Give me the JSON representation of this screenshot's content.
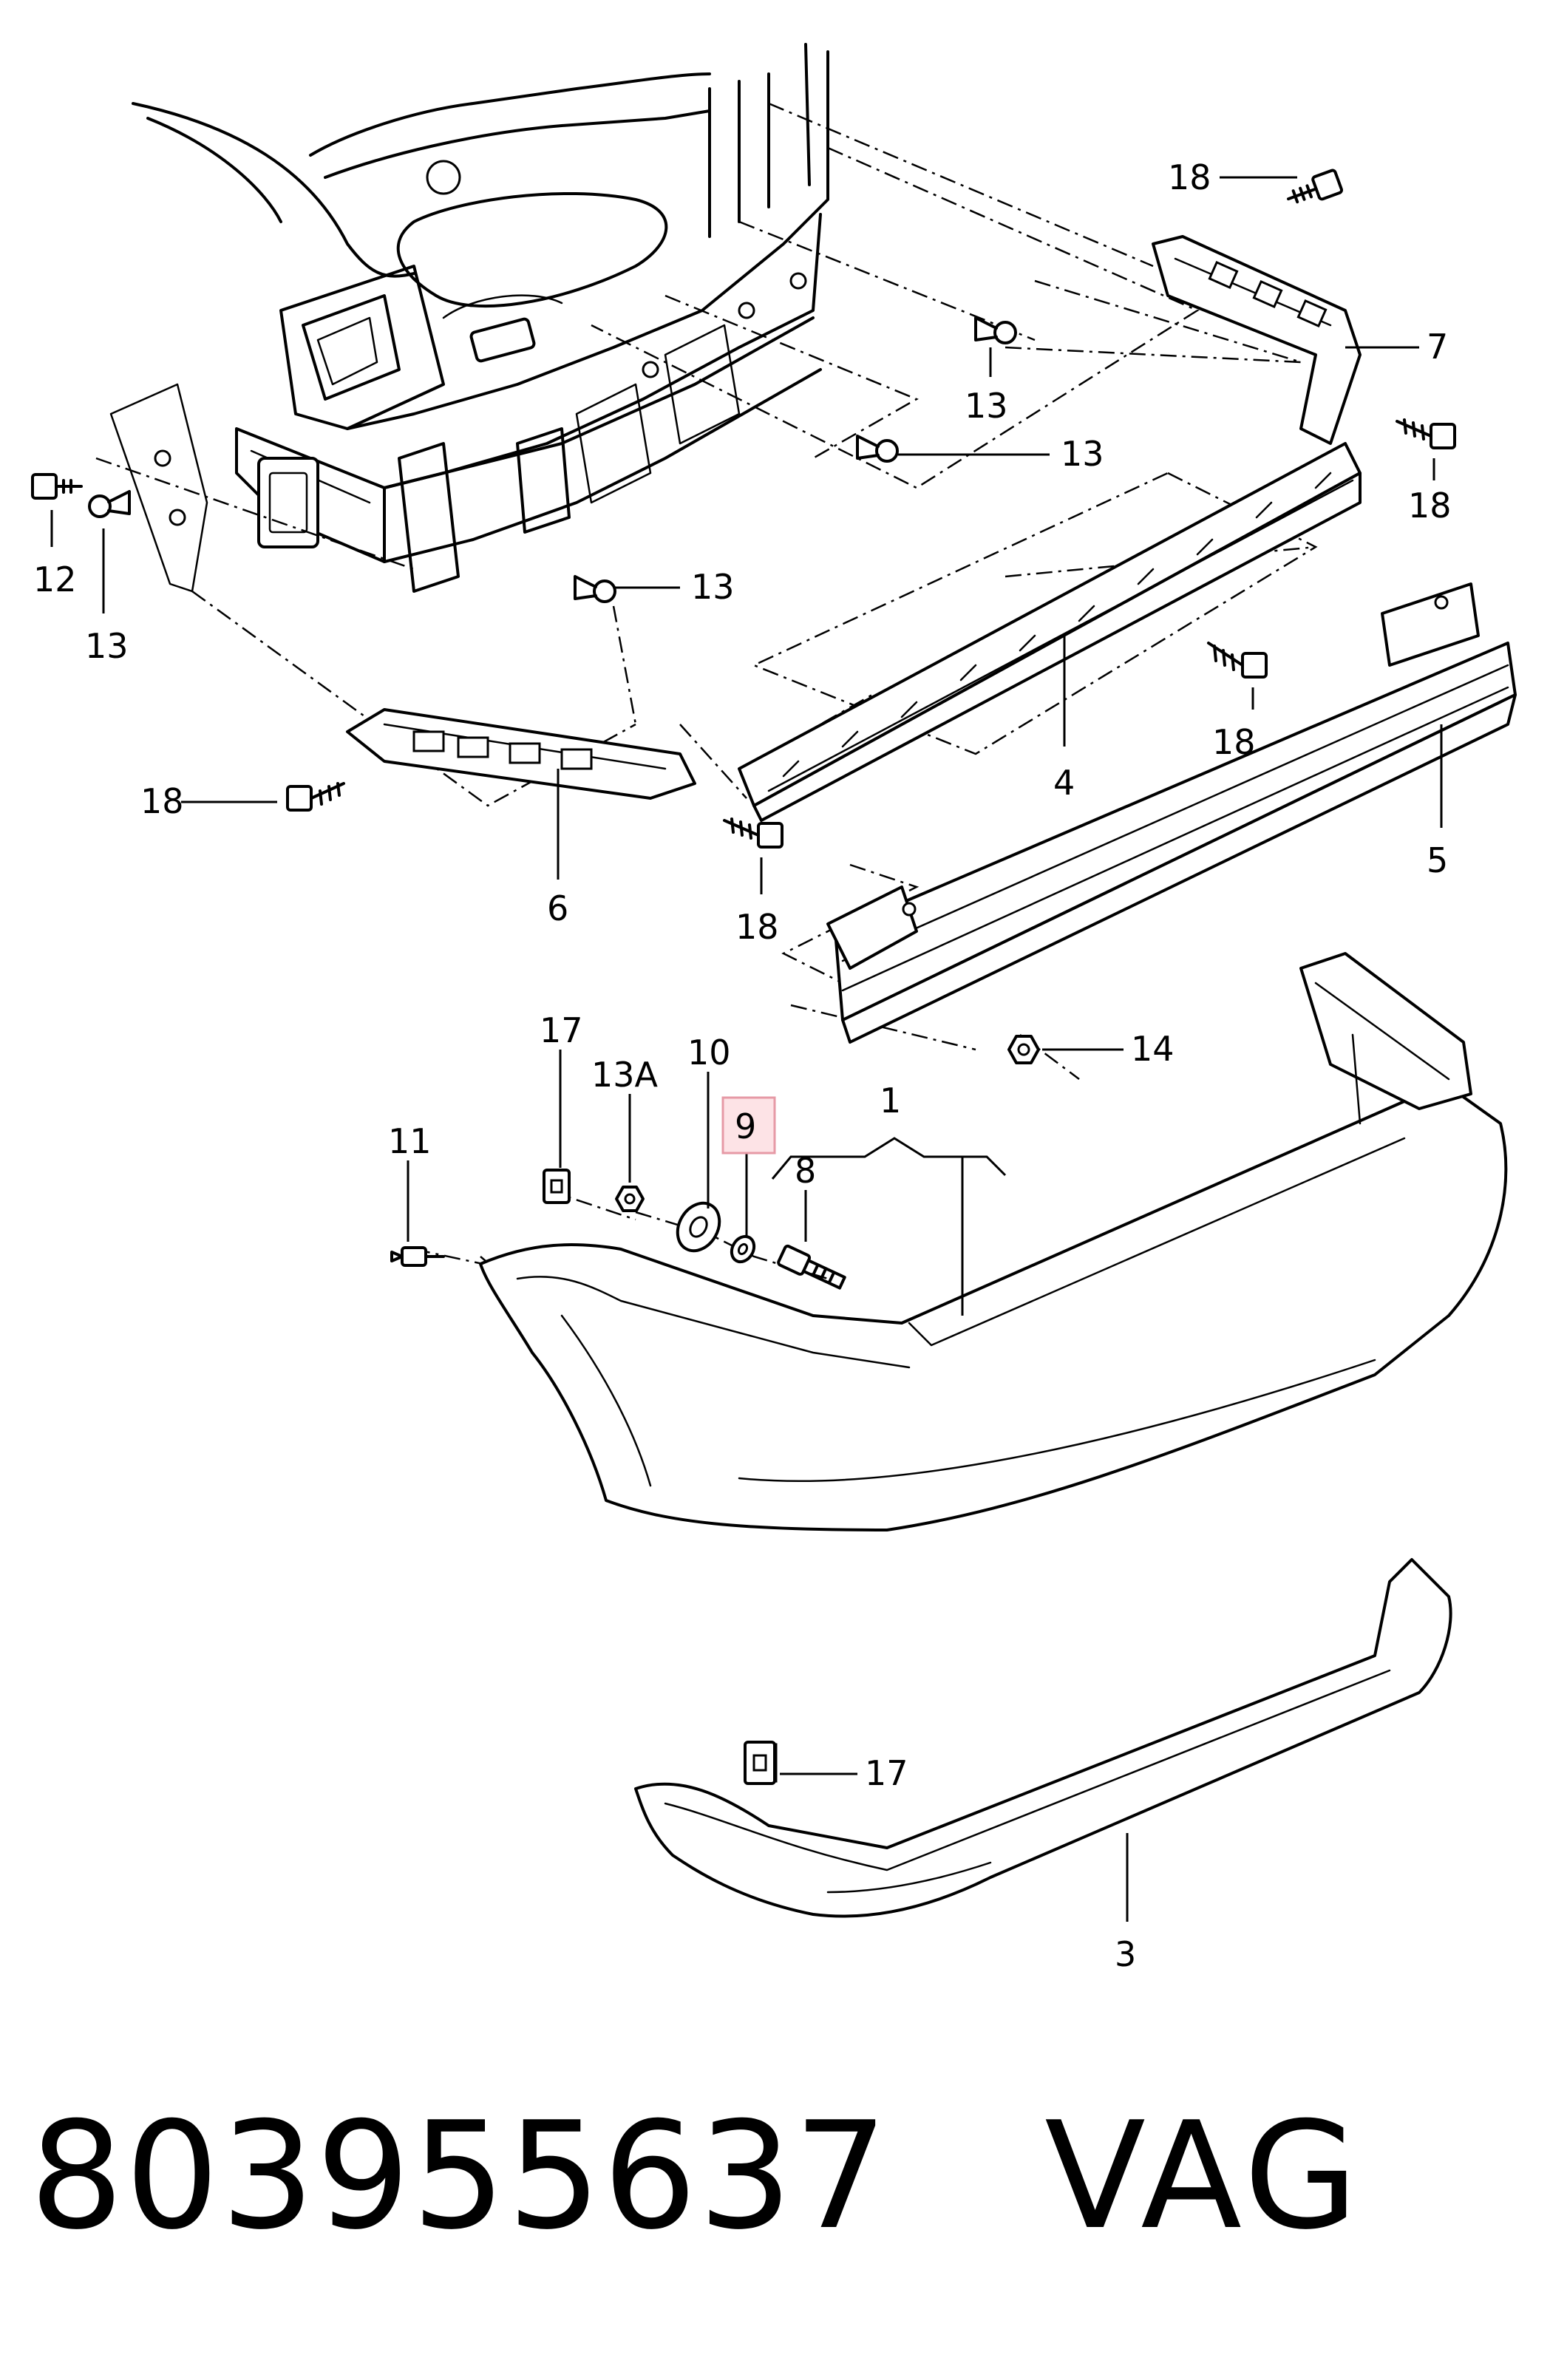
{
  "diagram": {
    "callouts": {
      "c18_top": "18",
      "c7": "7",
      "c13_a": "13",
      "c13_b": "13",
      "c18_right": "18",
      "c12": "12",
      "c13_left": "13",
      "c13_c": "13",
      "c18_mid": "18",
      "c4": "4",
      "c5": "5",
      "c18_left": "18",
      "c6": "6",
      "c18_low": "18",
      "c14": "14",
      "c17": "17",
      "c13A": "13A",
      "c10": "10",
      "c9": "9",
      "c1": "1",
      "c8": "8",
      "c11": "11",
      "c17_b": "17",
      "c3": "3"
    },
    "highlighted_callout": "9",
    "highlight_color": "#fde3e6"
  },
  "footer": {
    "part_number": "803955637",
    "brand": "VAG"
  }
}
